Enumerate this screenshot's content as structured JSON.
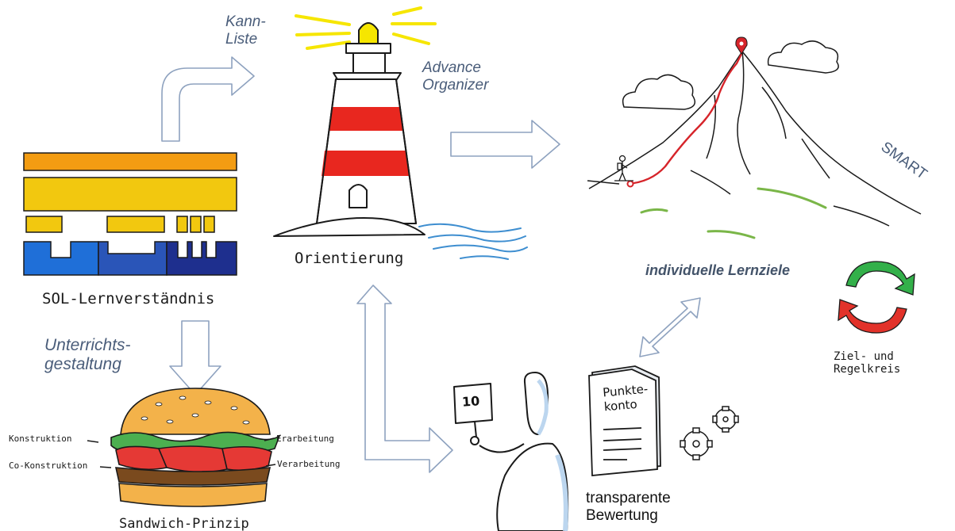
{
  "labels": {
    "kann_liste": "Kann-\nListe",
    "advance_organizer": "Advance\nOrganizer",
    "smart": "SMART",
    "orientierung": "Orientierung",
    "individuelle_lernziele": "individuelle Lernziele",
    "sol_lernverstaendnis": "SOL-Lernverständnis",
    "unterrichtsgestaltung": "Unterrichts-\ngestaltung",
    "ziel_und_regelkreis": "Ziel- und\nRegelkreis",
    "konstruktion": "Konstruktion",
    "co_konstruktion": "Co-Konstruktion",
    "erarbeitung": "Erarbeitung",
    "verarbeitung": "Verarbeitung",
    "sandwich_prinzip": "Sandwich-Prinzip",
    "transparente_bewertung": "transparente\nBewertung",
    "sign_number": "10",
    "punktekonto": "Punkte-\nkonto"
  },
  "colors": {
    "arrow_outline": "#8ea2bf",
    "lighthouse_red": "#e8271f",
    "lighthouse_yellow": "#f6e600",
    "water_blue": "#3e8ed0",
    "sol_orange": "#f39c12",
    "sol_yellow": "#f2c80f",
    "sol_blue_light": "#1f6fd8",
    "sol_blue_mid": "#2a55b8",
    "sol_blue_dark": "#1e2f8e",
    "mountain_red": "#d6242a",
    "cycle_green": "#33b04a",
    "cycle_red": "#e2322a",
    "grass_green": "#7ab648",
    "person_blue": "#bcd6ef"
  }
}
